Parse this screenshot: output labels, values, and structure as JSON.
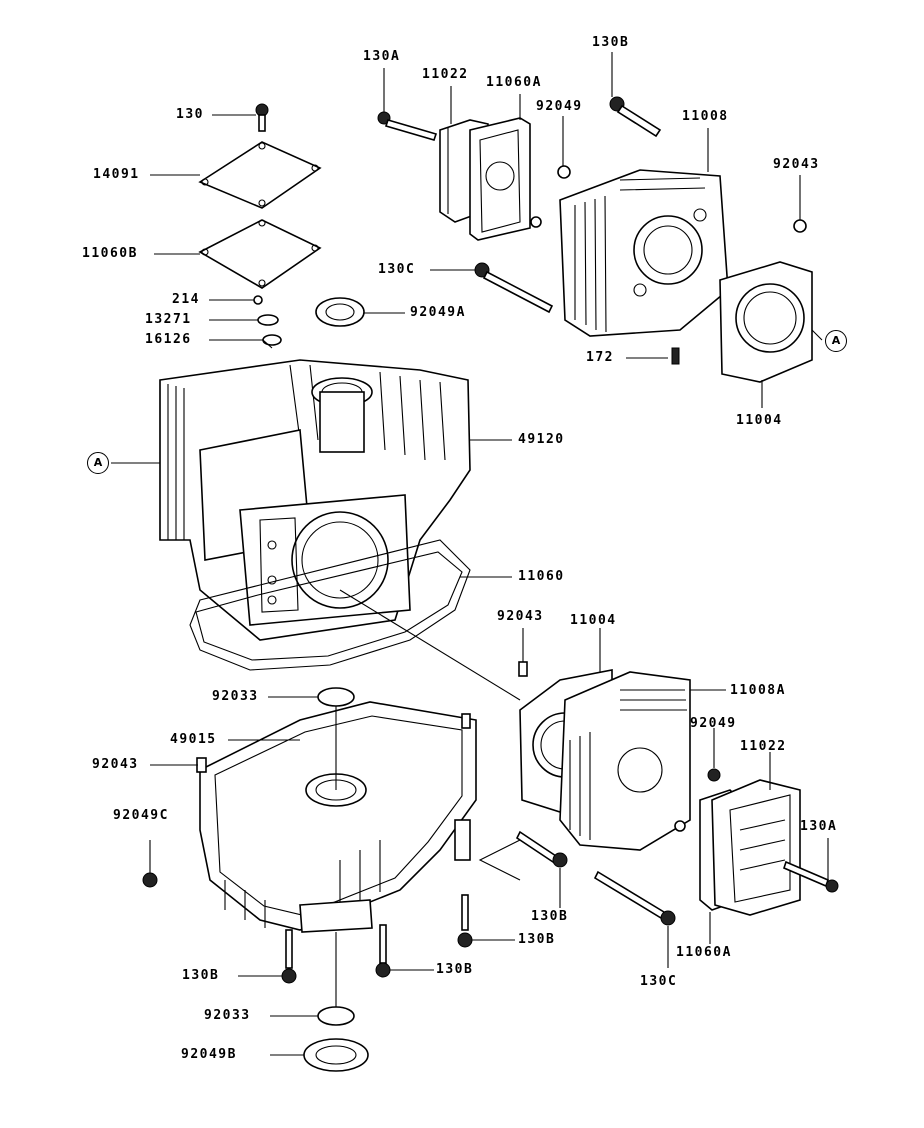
{
  "labels": {
    "l130": "130",
    "l14091": "14091",
    "l11060B": "11060B",
    "l214": "214",
    "l13271": "13271",
    "l16126": "16126",
    "l130A_top": "130A",
    "l11022_top": "11022",
    "l11060A_top": "11060A",
    "l130B_top": "130B",
    "l92049_top": "92049",
    "l11008": "11008",
    "l92043_topright": "92043",
    "l130C_top": "130C",
    "l92049A": "92049A",
    "l172": "172",
    "l11004_top": "11004",
    "l49120": "49120",
    "l11060": "11060",
    "l92043_mid": "92043",
    "l11004_mid": "11004",
    "l11008A": "11008A",
    "l92033_top": "92033",
    "l49015": "49015",
    "l92043_left": "92043",
    "l92049_right": "92049",
    "l11022_bottom": "11022",
    "l92049C": "92049C",
    "l130A_bottom": "130A",
    "l130B_mid": "130B",
    "l130B_pan": "130B",
    "l130B_left": "130B",
    "l130B_right": "130B",
    "l130C_bottom": "130C",
    "l11060A_bottom": "11060A",
    "l92033_bottom": "92033",
    "l92049B": "92049B"
  },
  "references": {
    "ref_a_left": "A",
    "ref_a_right": "A"
  }
}
